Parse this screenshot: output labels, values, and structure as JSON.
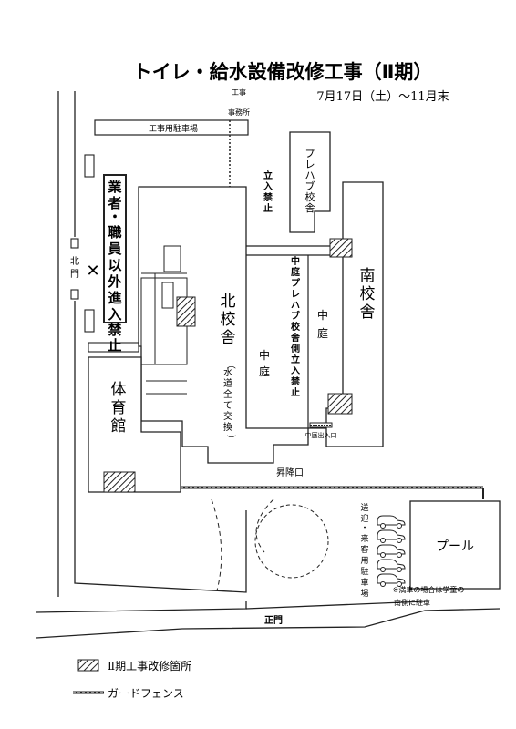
{
  "title": "トイレ・給水設備改修工事（Ⅱ期）",
  "period": "7月17日（土）～11月末",
  "labels": {
    "office": "工事事務所",
    "parking": "工事用駐車場",
    "prefab_school": "プレハブ校舎",
    "no_entry": "立入禁止",
    "staff_only": "業者・職員以外進入禁止",
    "north_gate": "北門",
    "north_school": "北校舎",
    "water_note": "（水道全て交換）",
    "courtyard_left": "中庭",
    "courtyard_right": "中庭",
    "prefab_side_no_entry": "中庭プレハブ校舎側立入禁止",
    "south_school": "南校舎",
    "gym": "体育館",
    "courtyard_entrance": "中庭出入口",
    "stair_entrance": "昇降口",
    "pool": "プール",
    "pickup_parking": "送迎・来客用駐車場",
    "full_note_line1": "※満車の場合は学童の",
    "full_note_line2": "南側に駐車",
    "main_gate": "正門",
    "cross": "✕"
  },
  "legend": {
    "hatched": "Ⅱ期工事改修箇所",
    "fence": "ガードフェンス"
  }
}
